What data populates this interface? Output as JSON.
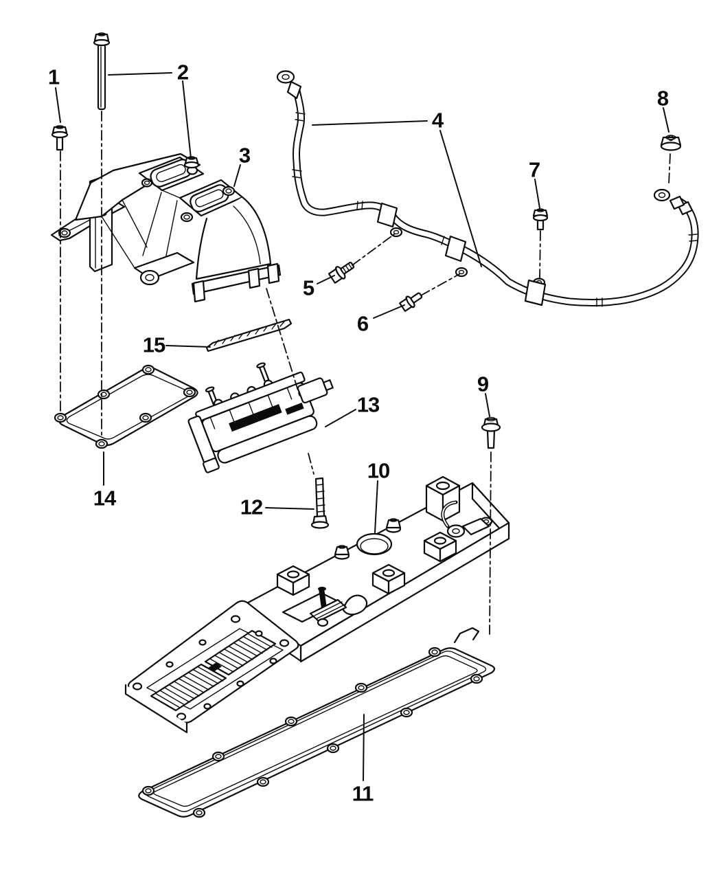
{
  "canvas": {
    "background": "#ffffff",
    "line_color": "#0b0b0b",
    "drawing_style": "black-and-white exploded parts line diagram"
  },
  "callouts": [
    {
      "label": "1",
      "part": "hex-flange-bolt-short"
    },
    {
      "label": "2",
      "part": "hex-flange-bolt-long"
    },
    {
      "label": "3",
      "part": "air-intake-connection-elbow"
    },
    {
      "label": "4",
      "part": "engine-harness-hose-assembly"
    },
    {
      "label": "5",
      "part": "hex-flange-screw"
    },
    {
      "label": "6",
      "part": "hex-flange-screw"
    },
    {
      "label": "7",
      "part": "hex-flange-screw"
    },
    {
      "label": "8",
      "part": "hex-flange-nut"
    },
    {
      "label": "9",
      "part": "hex-flange-bolt"
    },
    {
      "label": "10",
      "part": "plenum-cover-plug"
    },
    {
      "label": "11",
      "part": "intake-plenum-gasket"
    },
    {
      "label": "12",
      "part": "throttle-body-mounting-bolt"
    },
    {
      "label": "13",
      "part": "throttle-control-valve"
    },
    {
      "label": "14",
      "part": "intake-connection-gasket"
    },
    {
      "label": "15",
      "part": "seal-strip"
    }
  ]
}
